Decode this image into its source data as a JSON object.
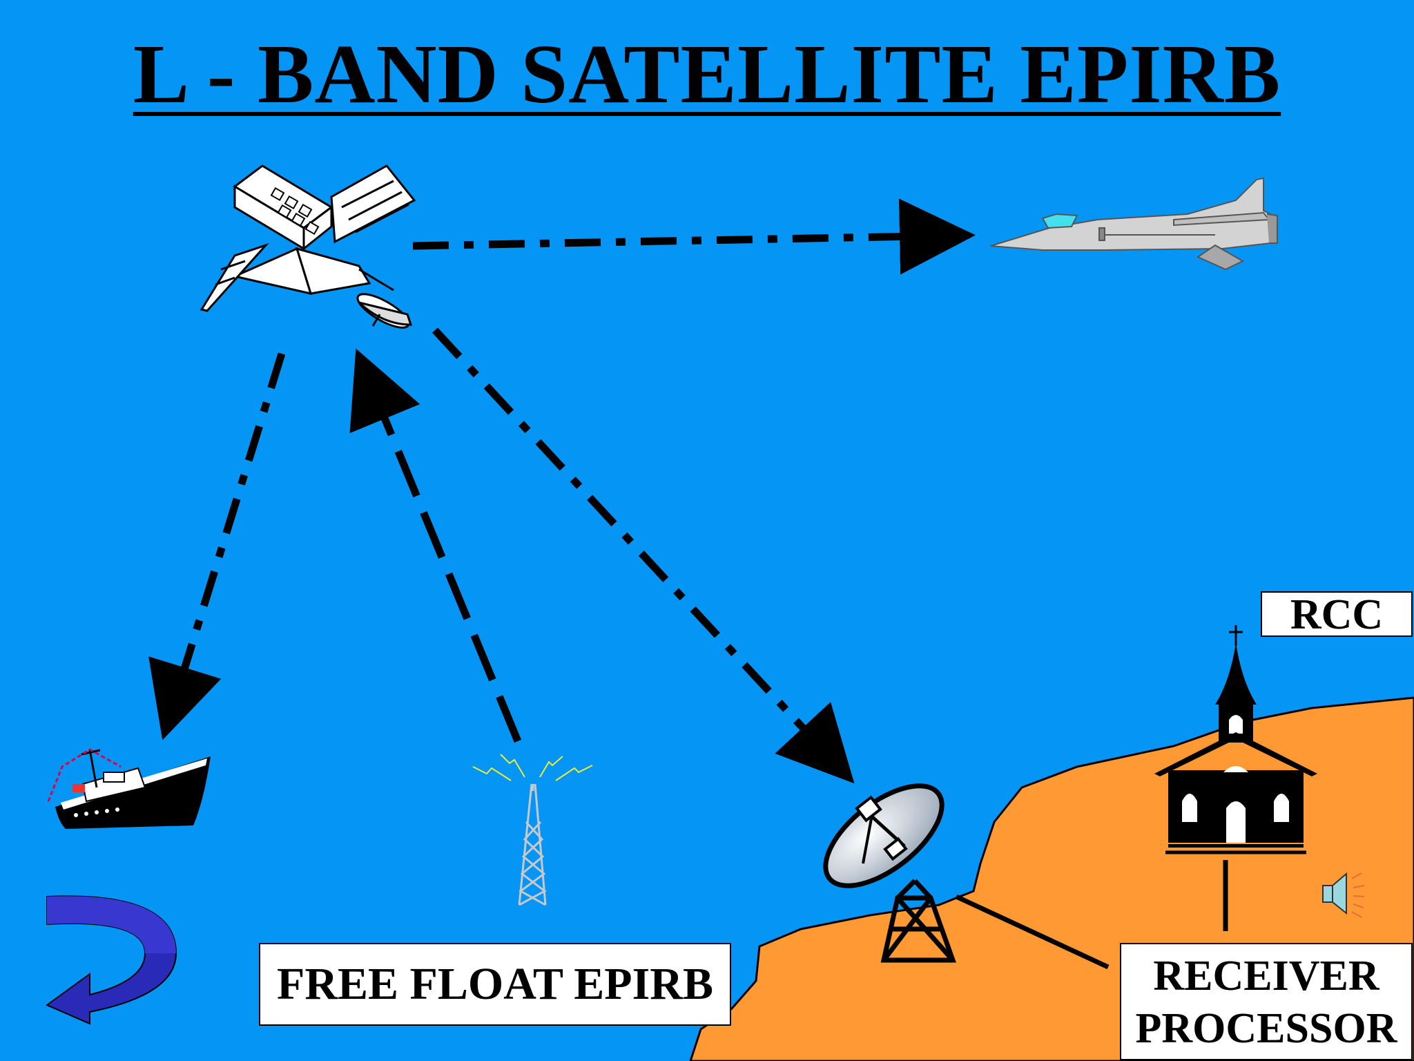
{
  "title": "L - BAND SATELLITE EPIRB",
  "labels": {
    "rcc": "RCC",
    "free_float_epirb": "FREE FLOAT EPIRB",
    "receiver_line1": "RECEIVER",
    "receiver_line2": "PROCESSOR"
  },
  "icons": [
    "satellite-icon",
    "jet-aircraft-icon",
    "ship-icon",
    "epirb-antenna-icon",
    "satellite-dish-icon",
    "church-icon",
    "speaker-icon",
    "back-arrow-icon"
  ],
  "colors": {
    "sky": "#0595f5",
    "land": "#ff9933",
    "arrow": "#000000",
    "back_arrow": "#2a2ab8"
  }
}
